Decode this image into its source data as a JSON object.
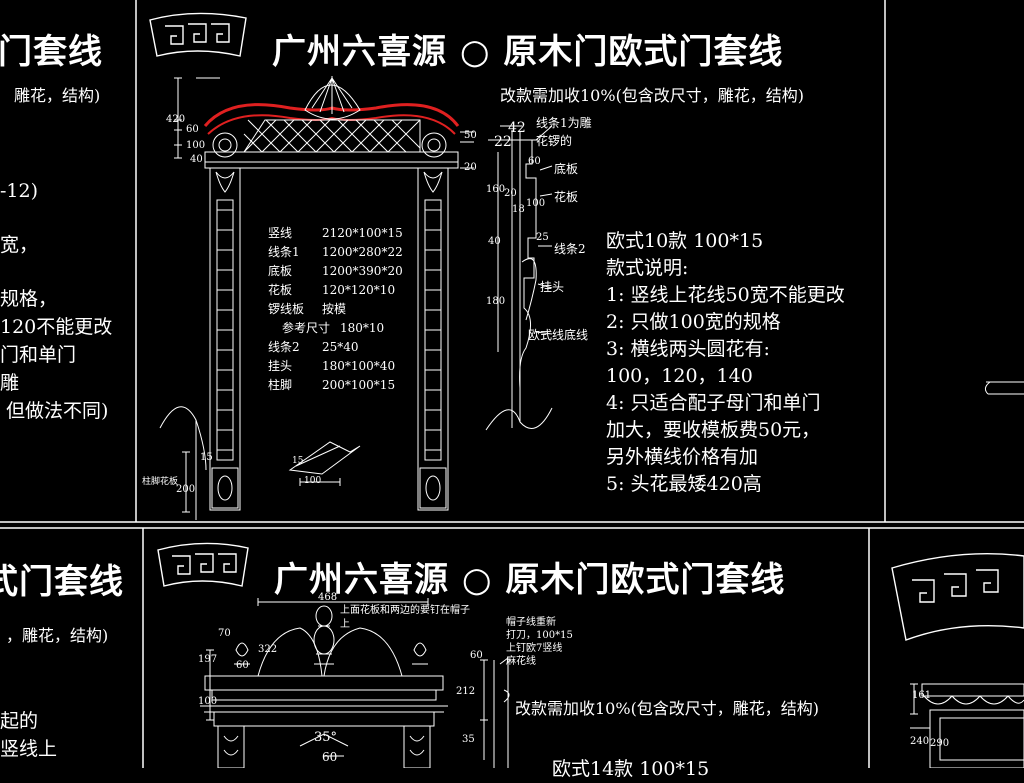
{
  "panel_top": {
    "title": "广州六喜源 ○ 原木门欧式门套线",
    "subtitle": "改款需加收10%(包含改尺寸，雕花，结构)",
    "specs": [
      {
        "name": "竖线",
        "value": "2120*100*15"
      },
      {
        "name": "线条1",
        "value": "1200*280*22"
      },
      {
        "name": "底板",
        "value": "1200*390*20"
      },
      {
        "name": "花板",
        "value": "120*120*10"
      },
      {
        "name": "锣线板",
        "value": "按模"
      },
      {
        "name": "参考尺寸",
        "value": "180*10"
      },
      {
        "name": "线条2",
        "value": "25*40"
      },
      {
        "name": "挂头",
        "value": "180*100*40"
      },
      {
        "name": "柱脚",
        "value": "200*100*15"
      }
    ],
    "notes": [
      "欧式10款  100*15",
      "款式说明:",
      "1:  竖线上花线50宽不能更改",
      "2:  只做100宽的规格",
      "3:  横线两头圆花有:",
      "      100，120，140",
      "4:  只适合配子母门和单门",
      "      加大，要收模板费50元，",
      "      另外横线价格有加",
      "5:  头花最矮420高"
    ],
    "profile_labels": [
      "线条1为雕花锣的",
      "底板",
      "花板",
      "线条2",
      "挂头",
      "欧式线底线"
    ],
    "dims_left": [
      "420",
      "60",
      "100",
      "40",
      "200",
      "15"
    ],
    "dims_right": [
      "50",
      "20"
    ],
    "dims_profile": [
      "42",
      "22",
      "60",
      "160",
      "20",
      "18",
      "100",
      "40",
      "25",
      "180"
    ],
    "bottom_labels": [
      "柱脚花板",
      "100",
      "15"
    ]
  },
  "panel_left_top": {
    "title_fragment": "门套线",
    "subtitle_fragment": "雕花，结构)",
    "lines": [
      "-12)",
      "宽，",
      "规格，",
      "120不能更改",
      "门和单门",
      "雕",
      "但做法不同)"
    ]
  },
  "panel_bottom": {
    "title": "广州六喜源 ○ 原木门欧式门套线",
    "subtitle": "改款需加收10%(包含改尺寸，雕花，结构)",
    "head_note": "上面花板和两边的要钉在帽子上",
    "side_note": [
      "帽子线重新",
      "打刀，100*15",
      "上钉欧7竖线",
      "麻花线"
    ],
    "model": "欧式14款  100*15",
    "angle": "35°",
    "dims": [
      "468",
      "322",
      "70",
      "60",
      "197",
      "100",
      "212",
      "60",
      "35",
      "60"
    ]
  },
  "panel_left_bottom": {
    "title_fragment": "式门套线",
    "subtitle_fragment": "，雕花，结构)",
    "lines": [
      "起的",
      "竖线上"
    ]
  },
  "panel_right_bottom": {
    "dims": [
      "161",
      "240",
      "290"
    ]
  },
  "colors": {
    "background": "#000000",
    "line": "#ffffff",
    "accent": "#e02020"
  }
}
